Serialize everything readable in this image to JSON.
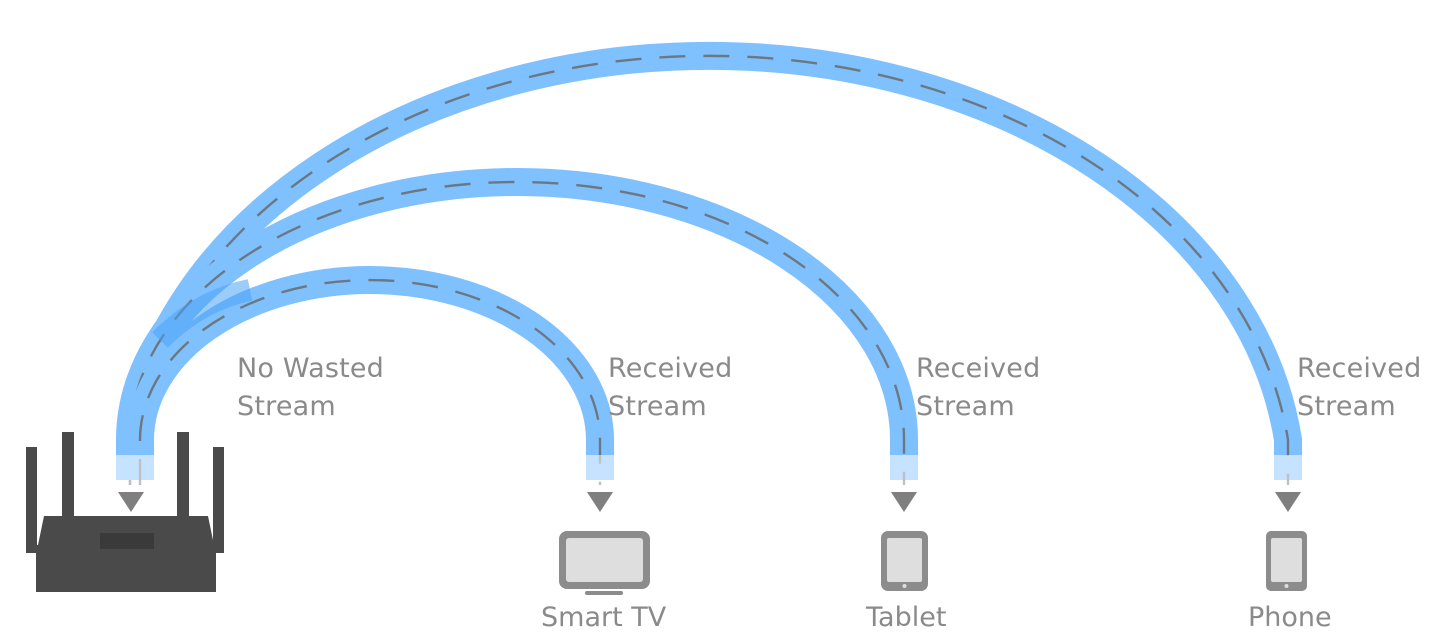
{
  "source": {
    "icon": "router-icon",
    "label_line1": "No Wasted",
    "label_line2": "Stream"
  },
  "streams": [
    {
      "label_line1": "Received",
      "label_line2": "Stream"
    },
    {
      "label_line1": "Received",
      "label_line2": "Stream"
    },
    {
      "label_line1": "Received",
      "label_line2": "Stream"
    }
  ],
  "devices": [
    {
      "name": "Smart TV",
      "icon": "tv-icon"
    },
    {
      "name": "Tablet",
      "icon": "tablet-icon"
    },
    {
      "name": "Phone",
      "icon": "phone-icon"
    }
  ],
  "colors": {
    "stream": "#7fc0ff",
    "stream_overlap": "#4aa3f5",
    "dash": "#7a8590",
    "arrow": "#7f7f7f",
    "router": "#4a4a4a",
    "device": "#8c8c8c",
    "label": "#8a8a8a"
  }
}
